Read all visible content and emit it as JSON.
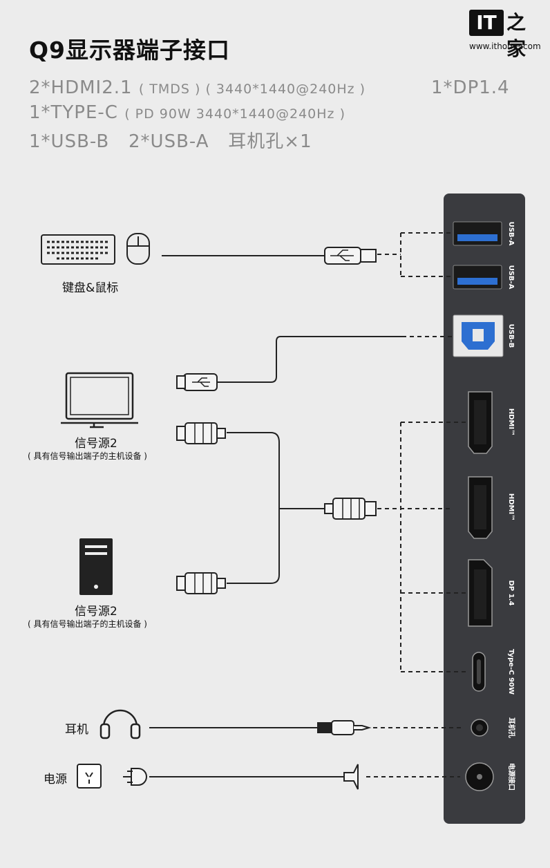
{
  "title": "Q9显示器端子接口",
  "specs": {
    "line1_main": "2*HDMI2.1",
    "line1_small": "( TMDS ) ( 3440*1440@240Hz )",
    "line1_dp": "1*DP1.4",
    "line2_main": "1*TYPE-C",
    "line2_small": "( PD 90W 3440*1440@240Hz )",
    "line3": "1*USB-B   2*USB-A   耳机孔×1"
  },
  "logo": {
    "brand": "IT",
    "brand_zh": "之家",
    "url": "www.ithome.com"
  },
  "devices": {
    "keyboard_mouse": "键盘&鼠标",
    "source1_name": "信号源2",
    "source1_note": "( 具有信号输出端子的主机设备 )",
    "source2_name": "信号源2",
    "source2_note": "( 具有信号输出端子的主机设备 )",
    "headphone": "耳机",
    "power": "电源"
  },
  "ports": {
    "usb_a_1": "USB-A",
    "usb_a_2": "USB-A",
    "usb_b": "USB-B",
    "hdmi_1": "HDMI™",
    "hdmi_2": "HDMI™",
    "dp": "DP 1.4",
    "typec": "Type-C 90W",
    "audio": "耳机孔",
    "power": "电源接口"
  },
  "colors": {
    "panel": "#3a3b3f",
    "usb_blue": "#2d6fd1",
    "background": "#ececec"
  }
}
